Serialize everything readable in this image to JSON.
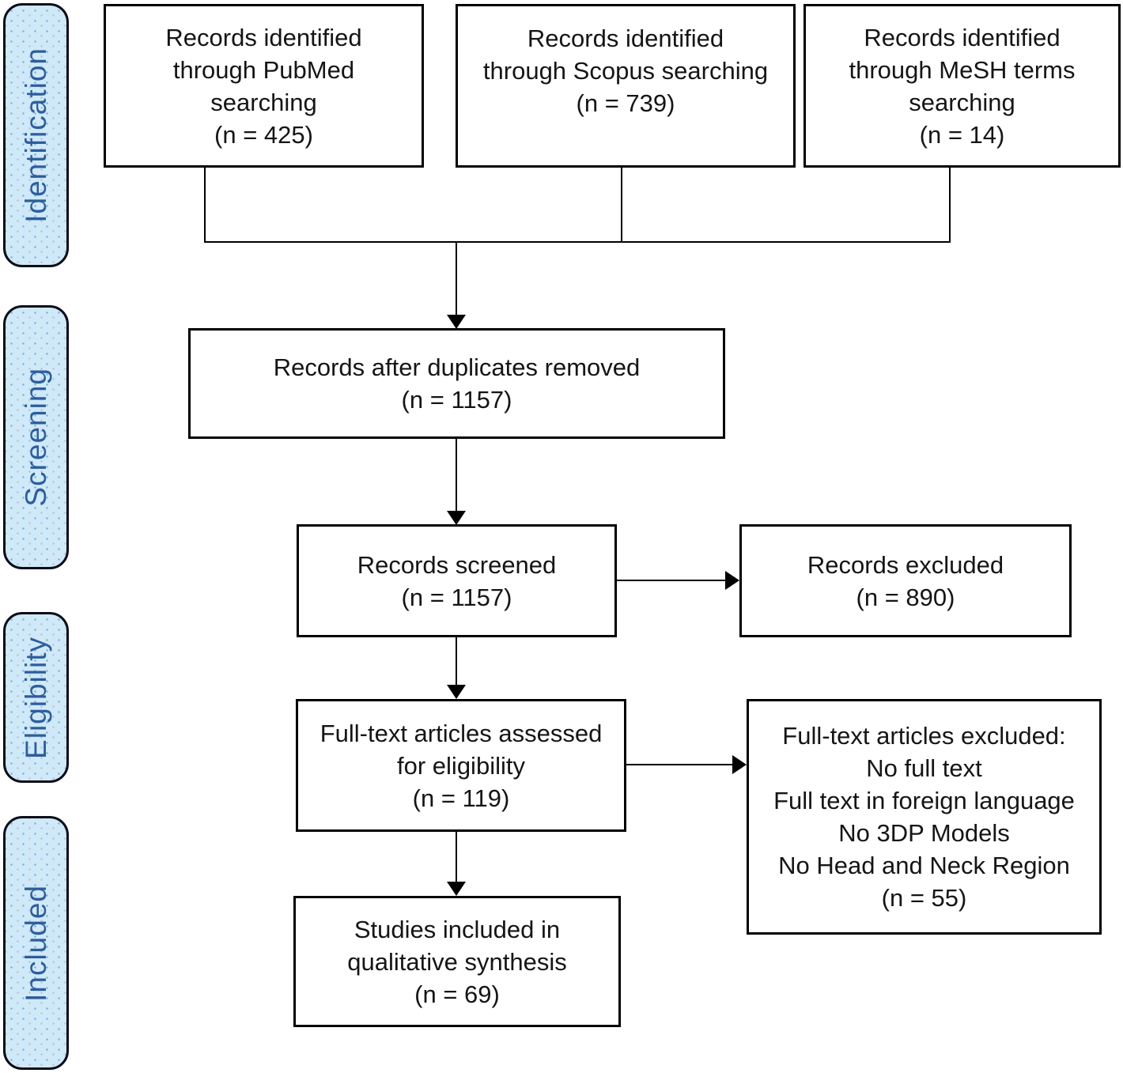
{
  "colors": {
    "sidebar_fill": "#cfe9f8",
    "sidebar_border": "#0d0d18",
    "sidebar_text": "#2e5d9e",
    "box_border": "#000000",
    "line_color": "#000000"
  },
  "sidebar": {
    "stages": [
      {
        "label": "Identification"
      },
      {
        "label": "Screening"
      },
      {
        "label": "Eligibility"
      },
      {
        "label": "Included"
      }
    ]
  },
  "boxes": {
    "identified_pubmed": {
      "lines": [
        "Records identified",
        "through PubMed",
        "searching",
        "(n = 425)"
      ]
    },
    "identified_scopus": {
      "lines": [
        "Records identified",
        "through Scopus searching",
        "(n = 739)"
      ]
    },
    "identified_mesh": {
      "lines": [
        "Records identified",
        "through MeSH terms",
        "searching",
        "(n = 14)"
      ]
    },
    "duplicates_removed": {
      "lines": [
        "Records after duplicates removed",
        "(n = 1157)"
      ]
    },
    "records_screened": {
      "lines": [
        "Records screened",
        "(n = 1157)"
      ]
    },
    "records_excluded": {
      "lines": [
        "Records excluded",
        "(n = 890)"
      ]
    },
    "fulltext_assessed": {
      "lines": [
        "Full-text articles assessed",
        "for eligibility",
        "(n = 119)"
      ]
    },
    "fulltext_excluded": {
      "lines": [
        "Full-text articles excluded:",
        "No full text",
        "Full text in foreign language",
        "No 3DP Models",
        "No Head and Neck Region",
        "(n = 55)"
      ]
    },
    "included_qualitative": {
      "lines": [
        "Studies included in",
        "qualitative synthesis",
        "(n = 69)"
      ]
    }
  }
}
